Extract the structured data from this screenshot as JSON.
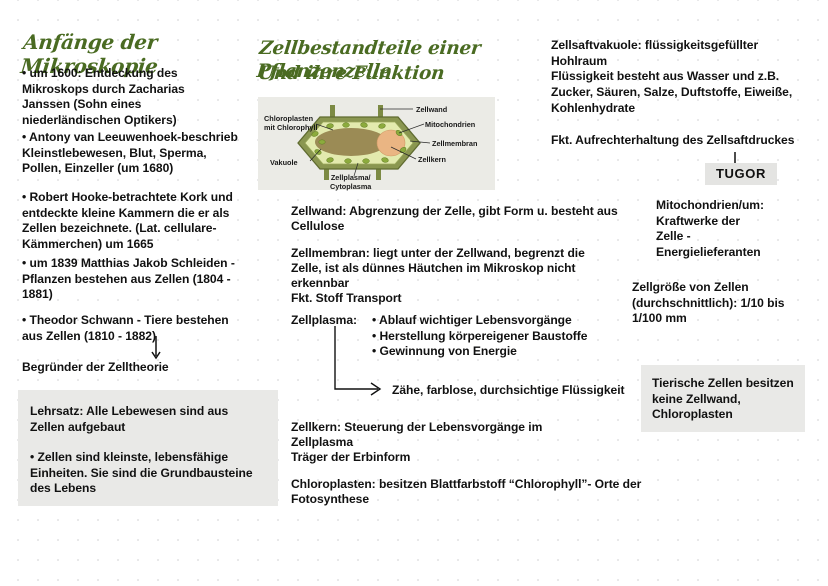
{
  "page": {
    "background_color": "#ffffff",
    "dot_grid_color": "#e9e9ea",
    "heading_color": "#4a6b22",
    "highlight_color": "#e9e9e7"
  },
  "left_column": {
    "heading": "Anfänge der Mikroskopie",
    "paragraphs": [
      "• um 1600: Entdeckung des Mikroskops durch Zacharias Janssen (Sohn eines niederländischen Optikers)",
      "• Antony van Leeuwenhoek-beschrieb Kleinstlebewesen, Blut, Sperma, Pollen, Einzeller (um 1680)",
      "• Robert Hooke-betrachtete Kork und entdeckte kleine Kammern die er als Zellen bezeichnete. (Lat. cellulare-Kämmerchen) um 1665",
      "• um 1839 Matthias Jakob Schleiden - Pflanzen bestehen aus Zellen (1804 - 1881)",
      "• Theodor Schwann - Tiere bestehen aus Zellen (1810 - 1882)"
    ],
    "arrow_icon": "down-arrow",
    "conclusion": "Begründer der Zelltheorie",
    "highlight_box": {
      "lehrsatz": "Lehrsatz: Alle Lebewesen sind aus Zellen aufgebaut",
      "zellen_bullet": "• Zellen sind kleinste, lebensfähige Einheiten. Sie sind die Grundbausteine des Lebens"
    }
  },
  "middle_column": {
    "heading_line1": "Zellbestandteile einer Pflanzenzelle",
    "heading_line2": "Und ihre Funktion",
    "diagram": {
      "name": "plant-cell-diagram",
      "labels": {
        "chloroplasten": "Chloroplasten\nmit Chlorophyll",
        "chloroplasten_l1": "Chloroplasten",
        "chloroplasten_l2": "mit Chlorophyll",
        "vakuole": "Vakuole",
        "zellwand": "Zellwand",
        "mitochondrien": "Mitochondrien",
        "zellmembran": "Zellmembran",
        "zellkern": "Zellkern",
        "zellplasma_l1": "Zellplasma/",
        "zellplasma_l2": "Cytoplasma"
      },
      "colors": {
        "cell_wall": "#7e8a46",
        "cytoplasm": "#e0e8a8",
        "vacuole": "#9a8a55",
        "nucleus": "#eab583",
        "chloroplast": "#8fad3e",
        "background": "#ebebe6"
      }
    },
    "entries": [
      "Zellwand: Abgrenzung der Zelle, gibt Form u. besteht aus Cellulose",
      "Zellmembran: liegt unter der Zellwand, begrenzt die Zelle, ist als dünnes Häutchen im Mikroskop nicht erkennbar",
      "Fkt. Stoff Transport"
    ],
    "zellwand_line1": "Zellwand: Abgrenzung der Zelle, gibt Form u. besteht aus",
    "zellwand_line2": "Cellulose",
    "zellmembran_line1": "Zellmembran: liegt unter der Zellwand, begrenzt die",
    "zellmembran_line2": "Zelle, ist als dünnes Häutchen im Mikroskop nicht",
    "zellmembran_line3": "erkennbar",
    "zellmembran_line4": "Fkt. Stoff Transport",
    "zellplasma_label": "Zellplasma:",
    "zellplasma_bullets": [
      "• Ablauf wichtiger Lebensvorgänge",
      "• Herstellung körpereigener Baustoffe",
      "• Gewinnung von Energie"
    ],
    "zellplasma_arrow_icon": "l-shaped-arrow-right",
    "zellplasma_result": "Zähe, farblose, durchsichtige Flüssigkeit",
    "zellkern_line1": "Zellkern: Steuerung der Lebensvorgänge im",
    "zellkern_line2": "Zellplasma",
    "zellkern_line3": "Träger der Erbinform",
    "chloroplasten_line1": "Chloroplasten: besitzen Blattfarbstoff “Chlorophyll”- Orte der",
    "chloroplasten_line2": "Fotosynthese"
  },
  "right_column": {
    "zellsaftvakuole": [
      "Zellsaftvakuole: flüssigkeitsgefüllter",
      "Hohlraum",
      "Flüssigkeit besteht aus Wasser und z.B.",
      "Zucker, Säuren, Salze, Duftstoffe, Eiweiße,",
      "Kohlenhydrate"
    ],
    "fkt_line": "Fkt. Aufrechterhaltung des Zellsaftdruckes",
    "arrow_icon": "down-arrow",
    "tugor_chip": "TUGOR",
    "mitochondrien": [
      "Mitochondrien/um:",
      "Kraftwerke der",
      "Zelle -",
      "Energielieferanten"
    ],
    "zellgroesse": [
      "Zellgröße von Zellen",
      "(durchschnittlich): 1/10 bis",
      "1/100 mm"
    ],
    "tierische_zellen": [
      "Tierische Zellen besitzen",
      "keine Zellwand,",
      "Chloroplasten"
    ]
  }
}
